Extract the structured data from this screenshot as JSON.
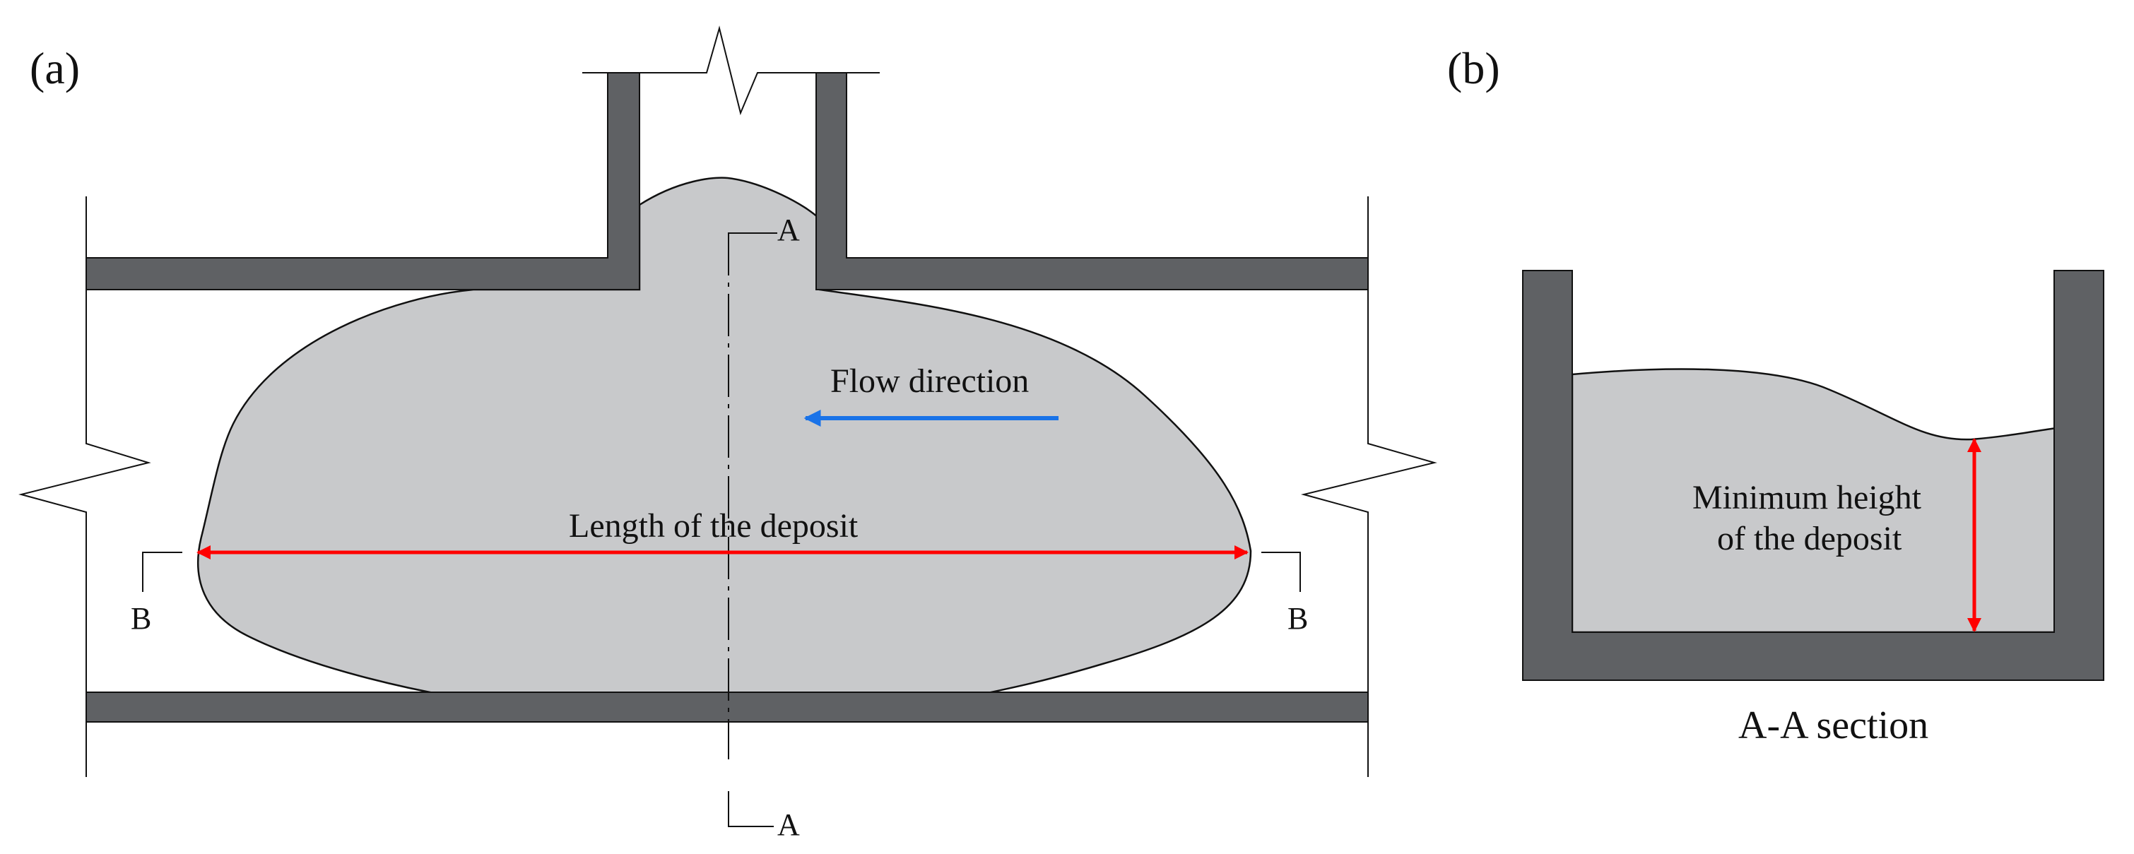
{
  "panel_a": {
    "tag": "(a)",
    "section_label_top": "A",
    "section_label_bottom": "A",
    "section_label_left": "B",
    "section_label_right": "B",
    "flow_label": "Flow direction",
    "length_label": "Length of the deposit"
  },
  "panel_b": {
    "tag": "(b)",
    "height_label_line1": "Minimum height",
    "height_label_line2": "of the deposit",
    "caption": "A-A section"
  },
  "colors": {
    "wall": "#5f6164",
    "deposit": "#c8c9cb",
    "dimension_arrow": "#ff0000",
    "flow_arrow": "#1a73e8",
    "outline": "#111111"
  },
  "icons": {
    "flow_arrow": "arrow-left",
    "dimension_arrows": "double-arrow"
  }
}
